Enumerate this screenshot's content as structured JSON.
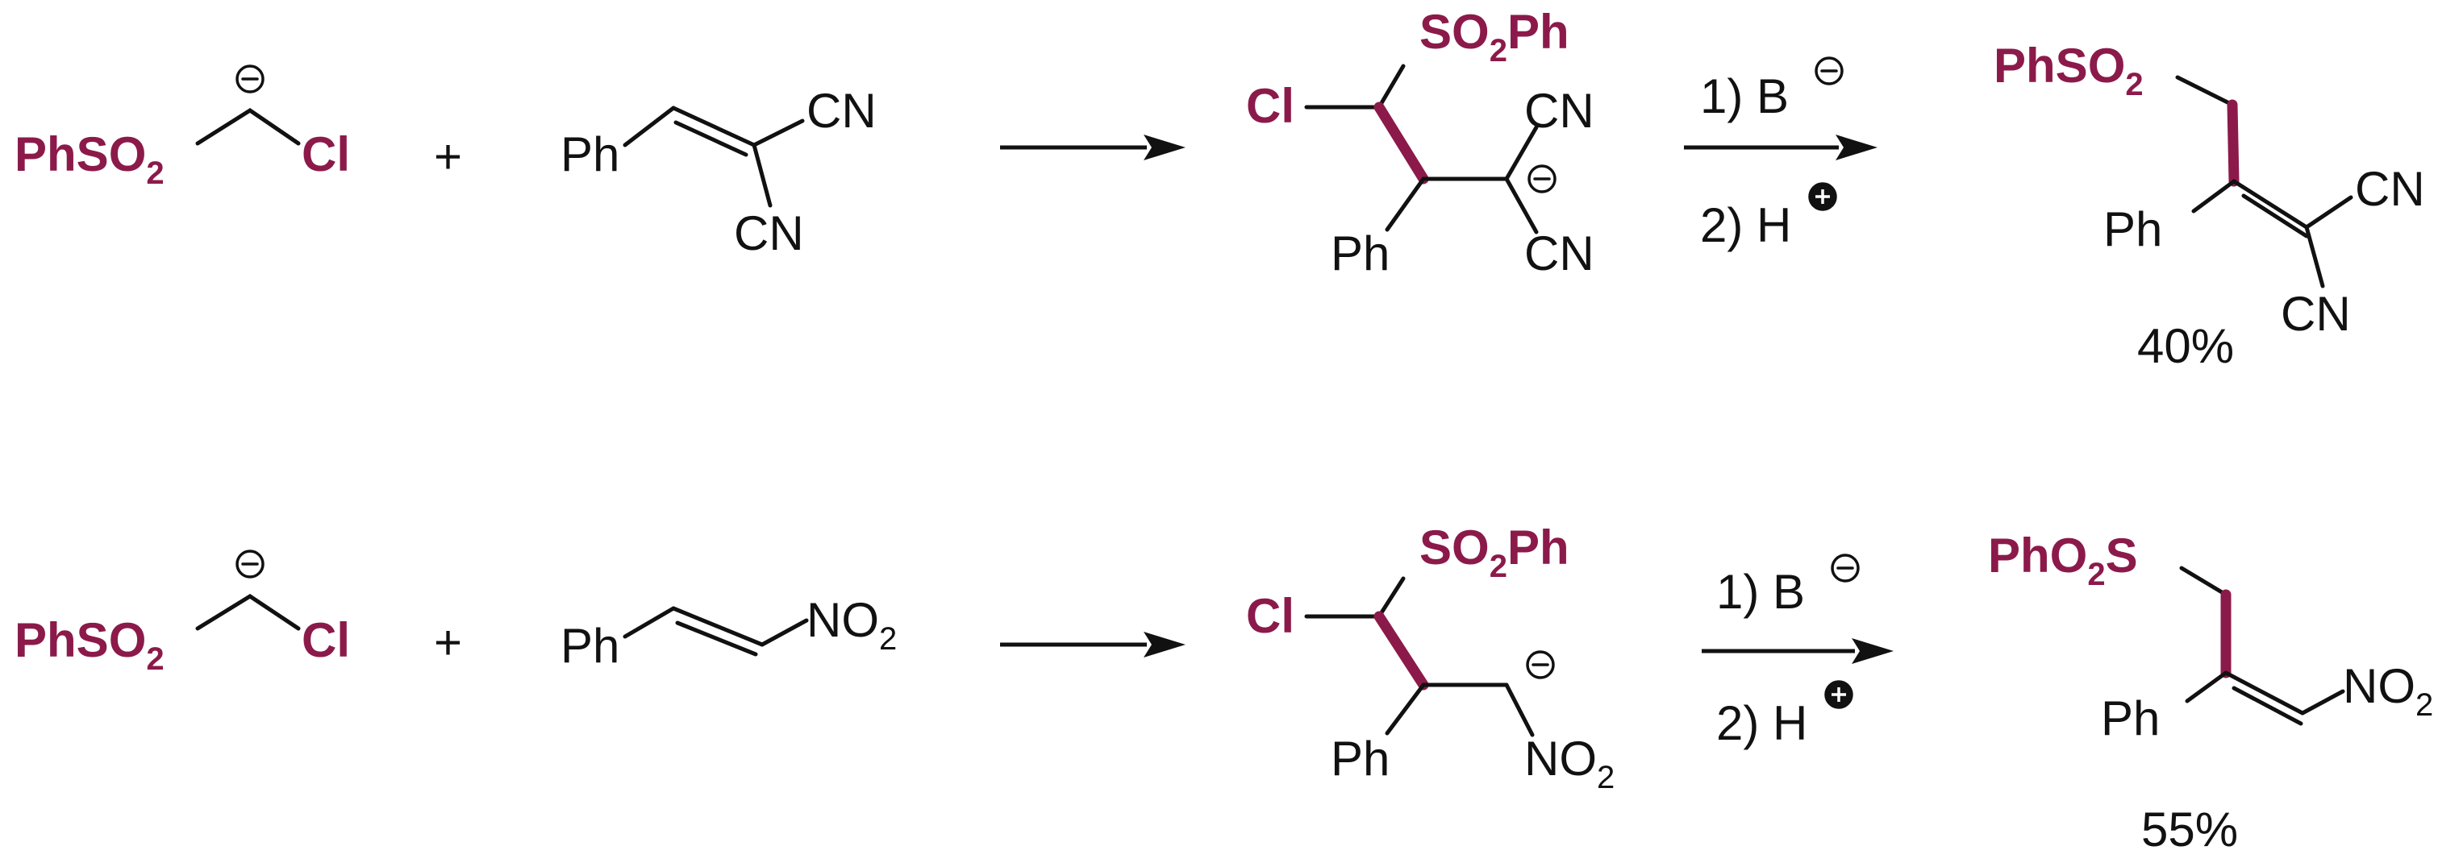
{
  "colors": {
    "highlight": "#8b1a4a",
    "ink": "#111111",
    "background": "#ffffff"
  },
  "text": {
    "phso2": "PhSO",
    "pho2s": "PhO",
    "two": "2",
    "s": "S",
    "cl": "Cl",
    "ph": "Ph",
    "cn": "CN",
    "no": "NO",
    "so2ph_a": "SO",
    "so2ph_b": "Ph",
    "plus": "+"
  },
  "reagents": {
    "step1": "1) B",
    "step2": "2) H"
  },
  "charges": {
    "minus": "minus-charge-icon",
    "plus": "plus-charge-icon"
  },
  "reactions": [
    {
      "yield": "40%"
    },
    {
      "yield": "55%"
    }
  ]
}
